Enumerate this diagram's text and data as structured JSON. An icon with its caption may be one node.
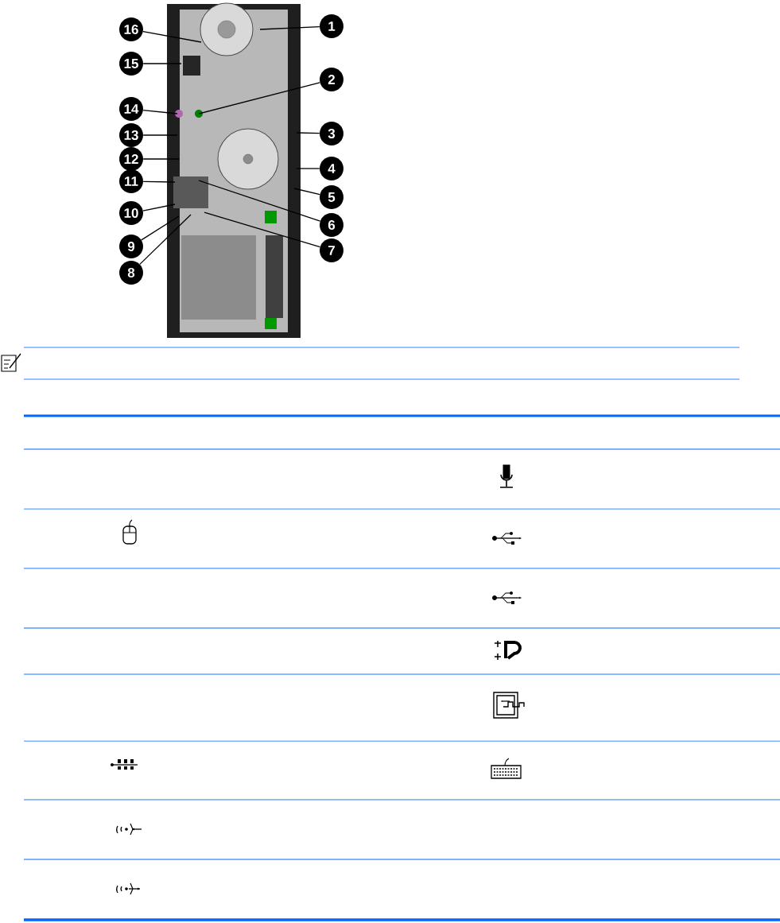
{
  "diagram": {
    "nodes": [
      {
        "text": [
          "1"
        ]
      },
      {
        "text": [
          "2"
        ]
      },
      {
        "text": [
          "3"
        ]
      },
      {
        "text": [
          "4"
        ]
      },
      {
        "text": [
          "5"
        ]
      },
      {
        "text": [
          "6"
        ]
      },
      {
        "text": [
          "7"
        ]
      },
      {
        "text": [
          "8"
        ]
      },
      {
        "text": [
          "9"
        ]
      },
      {
        "text": [
          "10"
        ]
      },
      {
        "text": [
          "11"
        ]
      },
      {
        "text": [
          "12"
        ]
      },
      {
        "text": [
          "13"
        ]
      },
      {
        "text": [
          "14"
        ]
      },
      {
        "text": [
          "15"
        ]
      },
      {
        "text": [
          "16"
        ]
      },
      {
        "text": [],
        "shape": "picture"
      }
    ],
    "edges": [
      {
        "from": 0,
        "to": 16,
        "arrow": "none"
      },
      {
        "from": 1,
        "to": 16,
        "arrow": "none"
      },
      {
        "from": 2,
        "to": 16,
        "arrow": "none"
      },
      {
        "from": 3,
        "to": 16,
        "arrow": "none"
      },
      {
        "from": 4,
        "to": 16,
        "arrow": "none"
      },
      {
        "from": 5,
        "to": 16,
        "arrow": "none"
      },
      {
        "from": 6,
        "to": 16,
        "arrow": "none"
      },
      {
        "from": 7,
        "to": 16,
        "arrow": "none"
      },
      {
        "from": 8,
        "to": 16,
        "arrow": "none"
      },
      {
        "from": 9,
        "to": 16,
        "arrow": "none"
      },
      {
        "from": 10,
        "to": 16,
        "arrow": "none"
      },
      {
        "from": 11,
        "to": 16,
        "arrow": "none"
      },
      {
        "from": 12,
        "to": 16,
        "arrow": "none"
      },
      {
        "from": 13,
        "to": 16,
        "arrow": "none"
      },
      {
        "from": 14,
        "to": 16,
        "arrow": "none"
      },
      {
        "from": 15,
        "to": 16,
        "arrow": "none"
      }
    ]
  }
}
